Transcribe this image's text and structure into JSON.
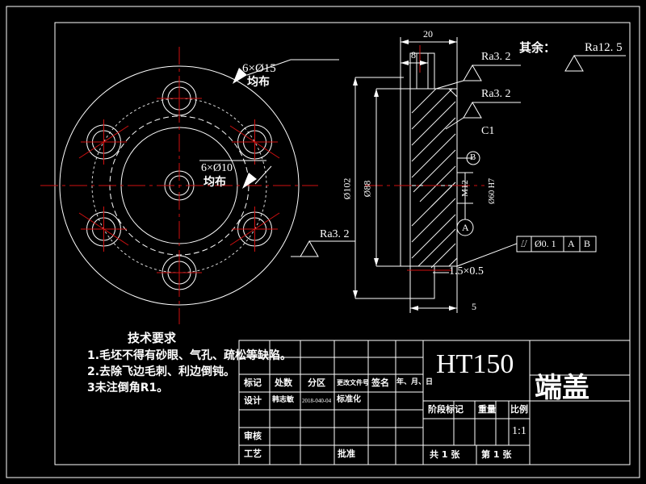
{
  "drawing": {
    "background_color": "#000000",
    "geometry_color": "#ffffff",
    "centerline_color": "#d01010",
    "border_title": "engineering-drawing-frame"
  },
  "front_view": {
    "hole_note_outer": {
      "line1": "6×Ø15",
      "line2": "均布"
    },
    "hole_note_inner": {
      "line1": "6×Ø10",
      "line2": "均布"
    },
    "surface_note": "Ra3. 2"
  },
  "section_view": {
    "dim_top_overall": "20",
    "dim_top_step": "8",
    "dim_left_outer": "Ø102",
    "dim_left_inner": "Ø88",
    "dim_bottom": "5",
    "groove_note": "1.5×0.5",
    "thread_note": "M12",
    "fit_note": "Ø60 H7",
    "chamfer_note": "C1",
    "datum_a": "A",
    "datum_b": "B",
    "surface_note_1": "Ra3. 2",
    "surface_note_2": "Ra3. 2"
  },
  "notes": {
    "others_label": "其余：",
    "others_value": "Ra12. 5",
    "tolerance_frame": {
      "symbol": "⌰",
      "value": "Ø0. 1",
      "datum1": "A",
      "datum2": "B"
    }
  },
  "tech_requirements": {
    "heading": "技术要求",
    "items": [
      "1.毛坯不得有砂眼、气孔、疏松等缺陷。",
      "2.去除飞边毛刺、利边倒钝。",
      "3未注倒角R1。"
    ]
  },
  "title_block": {
    "rev_headers": [
      "标记",
      "处数",
      "分区",
      "更改文件号",
      "签名",
      "年、月、日"
    ],
    "role_design": "设计",
    "designer_name": "韩志敏",
    "doc_number": "2018-040-04",
    "role_standardize": "标准化",
    "role_review": "审核",
    "role_process": "工艺",
    "role_approve": "批准",
    "material": "HT150",
    "part_name": "端盖",
    "stage_label": "阶段标记",
    "weight_label": "重量",
    "scale_label": "比例",
    "scale_value": "1:1",
    "sheets_total": "共 1 张",
    "sheet_index": "第 1 张"
  }
}
